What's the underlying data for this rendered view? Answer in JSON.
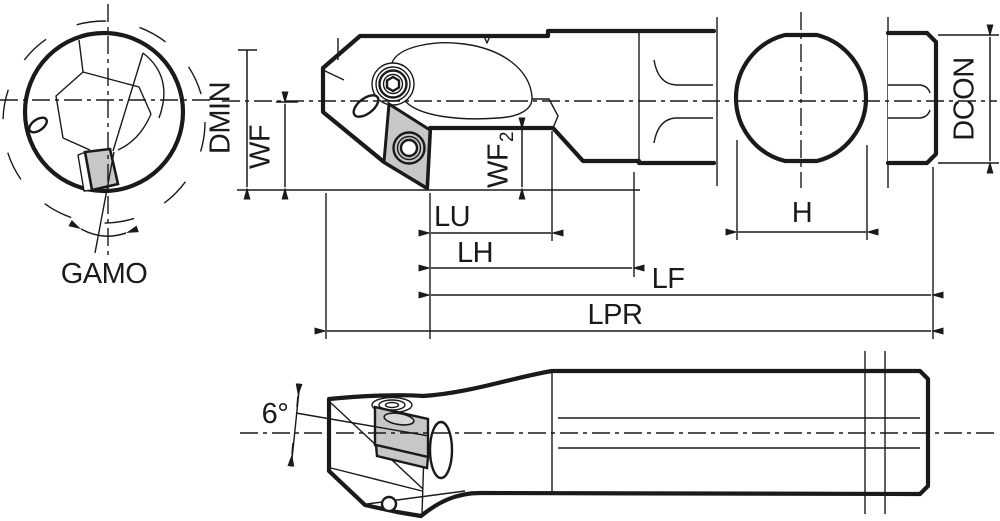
{
  "drawing": {
    "kind": "technical-drawing",
    "labels": {
      "dmin": "DMIN",
      "wf": "WF",
      "wf2_base": "WF",
      "wf2_sub": "2",
      "lu": "LU",
      "lh": "LH",
      "lf": "LF",
      "lpr": "LPR",
      "h": "H",
      "dcon": "DCON",
      "gamo": "GAMO",
      "insert_angle": "6°"
    },
    "colors": {
      "line": "#1a1a1a",
      "insert_fill": "#c6c7c9",
      "hole_fill": "#d7d8da",
      "background": "#ffffff"
    }
  }
}
